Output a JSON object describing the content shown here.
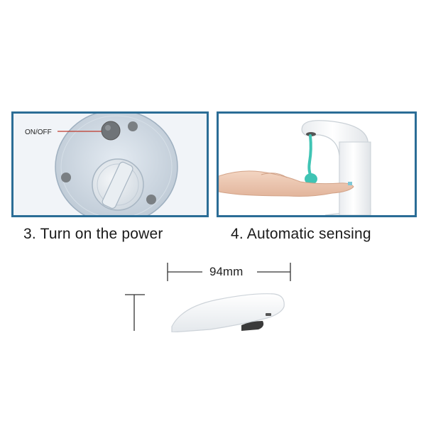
{
  "steps": [
    {
      "label": "3. Turn on the power"
    },
    {
      "label": "4. Automatic sensing"
    }
  ],
  "callouts": {
    "power_switch": "ON/OFF"
  },
  "dimensions": {
    "width_label": "94mm"
  },
  "colors": {
    "frame": "#2b6d96",
    "dispenser_body": "#ffffff",
    "soap_drop": "#3fc4b4",
    "callout_line": "#c0392b"
  }
}
